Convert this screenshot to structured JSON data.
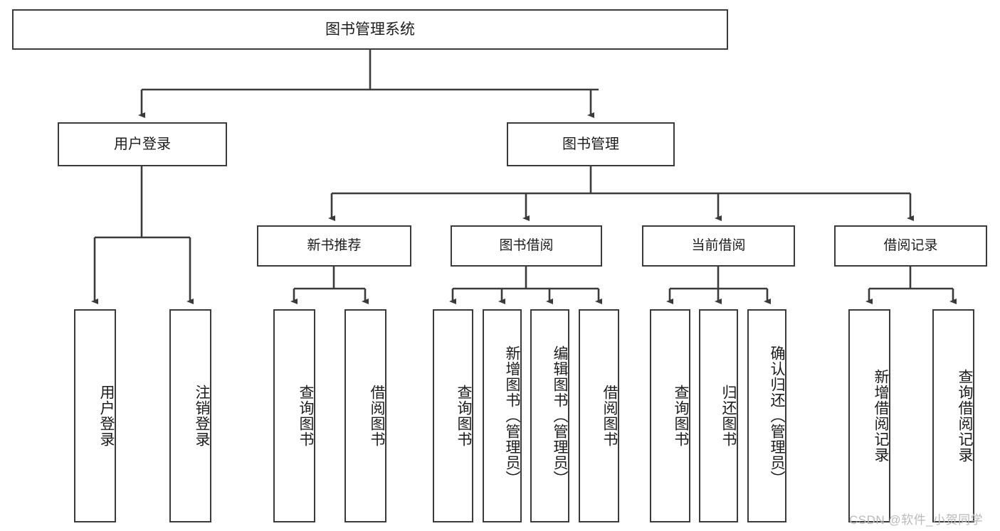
{
  "diagram": {
    "kind": "tree",
    "title": "图书管理系统",
    "root": {
      "label": "图书管理系统"
    },
    "level1": [
      {
        "label": "用户登录"
      },
      {
        "label": "图书管理"
      }
    ],
    "level2": [
      {
        "label": "新书推荐"
      },
      {
        "label": "图书借阅"
      },
      {
        "label": "当前借阅"
      },
      {
        "label": "借阅记录"
      }
    ],
    "leaves": {
      "user_login": [
        {
          "label": "用户登录"
        },
        {
          "label": "注销登录"
        }
      ],
      "new_book_recommend": [
        {
          "label": "查询图书"
        },
        {
          "label": "借阅图书"
        }
      ],
      "book_borrow": [
        {
          "label": "查询图书"
        },
        {
          "label": "新增图书（管理员）"
        },
        {
          "label": "编辑图书（管理员）"
        },
        {
          "label": "借阅图书"
        }
      ],
      "current_borrow": [
        {
          "label": "查询图书"
        },
        {
          "label": "归还图书"
        },
        {
          "label": "确认归还（管理员）"
        }
      ],
      "borrow_record": [
        {
          "label": "新增借阅记录"
        },
        {
          "label": "查询借阅记录"
        }
      ]
    }
  },
  "watermark": {
    "text": "CSDN @软件_小贺同学"
  },
  "colors": {
    "stroke": "#3b3b3b",
    "fill": "#ffffff",
    "text": "#1c1c1c",
    "watermark": "#b9b9b9"
  }
}
